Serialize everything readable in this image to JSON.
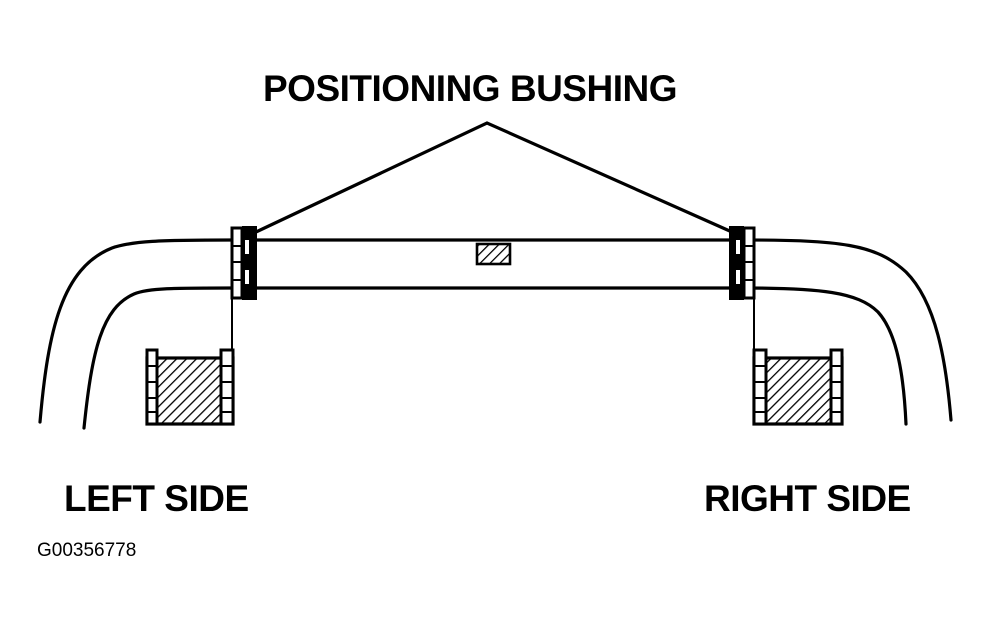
{
  "figure": {
    "callout_label": "POSITIONING BUSHING",
    "left_label": "LEFT SIDE",
    "right_label": "RIGHT SIDE",
    "figure_code": "G00356778"
  },
  "colors": {
    "ink": "#000000",
    "background": "#ffffff"
  }
}
